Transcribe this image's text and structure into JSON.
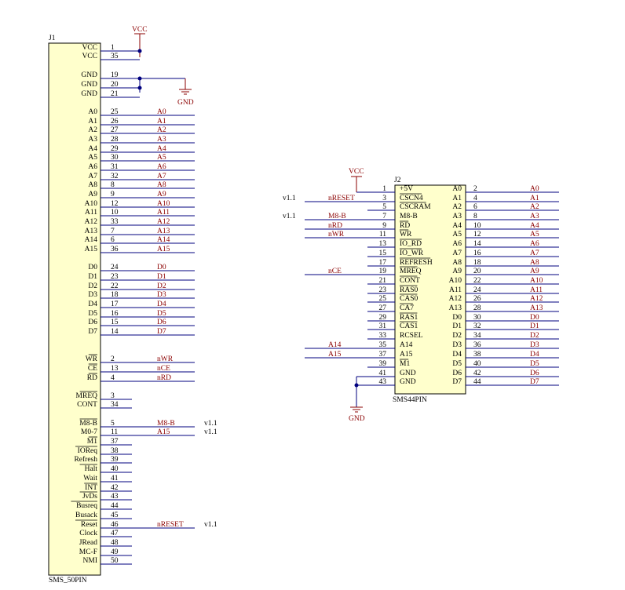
{
  "colors": {
    "body_fill": "#ffffcc",
    "wire": "#00007f",
    "power": "#8b0000",
    "text": "#000000"
  },
  "j1": {
    "ref": "J1",
    "name": "SMS_50PIN",
    "pins": [
      {
        "name": "VCC",
        "num": "1"
      },
      {
        "name": "VCC",
        "num": "35"
      },
      {
        "name": "GND",
        "num": "19"
      },
      {
        "name": "GND",
        "num": "20"
      },
      {
        "name": "GND",
        "num": "21"
      },
      {
        "name": "A0",
        "num": "25",
        "net": "A0"
      },
      {
        "name": "A1",
        "num": "26",
        "net": "A1"
      },
      {
        "name": "A2",
        "num": "27",
        "net": "A2"
      },
      {
        "name": "A3",
        "num": "28",
        "net": "A3"
      },
      {
        "name": "A4",
        "num": "29",
        "net": "A4"
      },
      {
        "name": "A5",
        "num": "30",
        "net": "A5"
      },
      {
        "name": "A6",
        "num": "31",
        "net": "A6"
      },
      {
        "name": "A7",
        "num": "32",
        "net": "A7"
      },
      {
        "name": "A8",
        "num": "8",
        "net": "A8"
      },
      {
        "name": "A9",
        "num": "9",
        "net": "A9"
      },
      {
        "name": "A10",
        "num": "12",
        "net": "A10"
      },
      {
        "name": "A11",
        "num": "10",
        "net": "A11"
      },
      {
        "name": "A12",
        "num": "33",
        "net": "A12"
      },
      {
        "name": "A13",
        "num": "7",
        "net": "A13"
      },
      {
        "name": "A14",
        "num": "6",
        "net": "A14"
      },
      {
        "name": "A15",
        "num": "36",
        "net": "A15"
      },
      {
        "name": "D0",
        "num": "24",
        "net": "D0"
      },
      {
        "name": "D1",
        "num": "23",
        "net": "D1"
      },
      {
        "name": "D2",
        "num": "22",
        "net": "D2"
      },
      {
        "name": "D3",
        "num": "18",
        "net": "D3"
      },
      {
        "name": "D4",
        "num": "17",
        "net": "D4"
      },
      {
        "name": "D5",
        "num": "16",
        "net": "D5"
      },
      {
        "name": "D6",
        "num": "15",
        "net": "D6"
      },
      {
        "name": "D7",
        "num": "14",
        "net": "D7"
      },
      {
        "name": "WR",
        "num": "2",
        "net": "nWR",
        "bar": true
      },
      {
        "name": "CE",
        "num": "13",
        "net": "nCE",
        "bar": true
      },
      {
        "name": "RD",
        "num": "4",
        "net": "nRD",
        "bar": true
      },
      {
        "name": "MREQ",
        "num": "3",
        "bar": true
      },
      {
        "name": "CONT",
        "num": "34"
      },
      {
        "name": "M8-B",
        "num": "5",
        "net": "M8-B",
        "bar": true,
        "ver": "v1.1"
      },
      {
        "name": "M0-7",
        "num": "11",
        "net": "A15",
        "ver": "v1.1"
      },
      {
        "name": "M1",
        "num": "37",
        "bar": true
      },
      {
        "name": "IOReq",
        "num": "38",
        "bar": true
      },
      {
        "name": "Refresh",
        "num": "39"
      },
      {
        "name": "Halt",
        "num": "40",
        "bar": true
      },
      {
        "name": "Wait",
        "num": "41"
      },
      {
        "name": "INT",
        "num": "42",
        "bar": true
      },
      {
        "name": "JvDs",
        "num": "43",
        "bar": true
      },
      {
        "name": "Busreq",
        "num": "44",
        "bar": true
      },
      {
        "name": "Busack",
        "num": "45"
      },
      {
        "name": "Reset",
        "num": "46",
        "net": "nRESET",
        "bar": true,
        "ver": "v1.1"
      },
      {
        "name": "Clock",
        "num": "47"
      },
      {
        "name": "JRead",
        "num": "48"
      },
      {
        "name": "MC-F",
        "num": "49"
      },
      {
        "name": "NMI",
        "num": "50"
      }
    ]
  },
  "j2": {
    "ref": "J2",
    "name": "SMS44PIN",
    "left_pins": [
      {
        "num": "1",
        "name": "+5V"
      },
      {
        "num": "3",
        "name": "CSCN4",
        "bar": true,
        "net": "nRESET",
        "ver": "v1.1"
      },
      {
        "num": "5",
        "name": "CSCRAM",
        "bar": true
      },
      {
        "num": "7",
        "name": "M8-B",
        "net": "M8-B",
        "ver": "v1.1"
      },
      {
        "num": "9",
        "name": "RD",
        "bar": true,
        "net": "nRD"
      },
      {
        "num": "11",
        "name": "WR",
        "bar": true,
        "net": "nWR"
      },
      {
        "num": "13",
        "name": "IO_RD",
        "bar": true
      },
      {
        "num": "15",
        "name": "IO_WR",
        "bar": true
      },
      {
        "num": "17",
        "name": "REFRESH",
        "bar": true
      },
      {
        "num": "19",
        "name": "MREQ",
        "bar": true,
        "net": "nCE"
      },
      {
        "num": "21",
        "name": "CONT",
        "bar": true
      },
      {
        "num": "23",
        "name": "RAS0",
        "bar": true
      },
      {
        "num": "25",
        "name": "CAS0",
        "bar": true
      },
      {
        "num": "27",
        "name": "CA7",
        "bar": true
      },
      {
        "num": "29",
        "name": "RAS1",
        "bar": true
      },
      {
        "num": "31",
        "name": "CAS1",
        "bar": true
      },
      {
        "num": "33",
        "name": "RCSEL"
      },
      {
        "num": "35",
        "name": "A14",
        "net": "A14"
      },
      {
        "num": "37",
        "name": "A15",
        "net": "A15"
      },
      {
        "num": "39",
        "name": "M1",
        "bar": true
      },
      {
        "num": "41",
        "name": "GND"
      },
      {
        "num": "43",
        "name": "GND"
      }
    ],
    "right_pins": [
      {
        "name": "A0",
        "num": "2",
        "net": "A0"
      },
      {
        "name": "A1",
        "num": "4",
        "net": "A1"
      },
      {
        "name": "A2",
        "num": "6",
        "net": "A2"
      },
      {
        "name": "A3",
        "num": "8",
        "net": "A3"
      },
      {
        "name": "A4",
        "num": "10",
        "net": "A4"
      },
      {
        "name": "A5",
        "num": "12",
        "net": "A5"
      },
      {
        "name": "A6",
        "num": "14",
        "net": "A6"
      },
      {
        "name": "A7",
        "num": "16",
        "net": "A7"
      },
      {
        "name": "A8",
        "num": "18",
        "net": "A8"
      },
      {
        "name": "A9",
        "num": "20",
        "net": "A9"
      },
      {
        "name": "A10",
        "num": "22",
        "net": "A10"
      },
      {
        "name": "A11",
        "num": "24",
        "net": "A11"
      },
      {
        "name": "A12",
        "num": "26",
        "net": "A12"
      },
      {
        "name": "A13",
        "num": "28",
        "net": "A13"
      },
      {
        "name": "D0",
        "num": "30",
        "net": "D0"
      },
      {
        "name": "D1",
        "num": "32",
        "net": "D1"
      },
      {
        "name": "D2",
        "num": "34",
        "net": "D2"
      },
      {
        "name": "D3",
        "num": "36",
        "net": "D3"
      },
      {
        "name": "D4",
        "num": "38",
        "net": "D4"
      },
      {
        "name": "D5",
        "num": "40",
        "net": "D5"
      },
      {
        "name": "D6",
        "num": "42",
        "net": "D6"
      },
      {
        "name": "D7",
        "num": "44",
        "net": "D7"
      }
    ]
  },
  "power": {
    "vcc": "VCC",
    "gnd": "GND"
  }
}
